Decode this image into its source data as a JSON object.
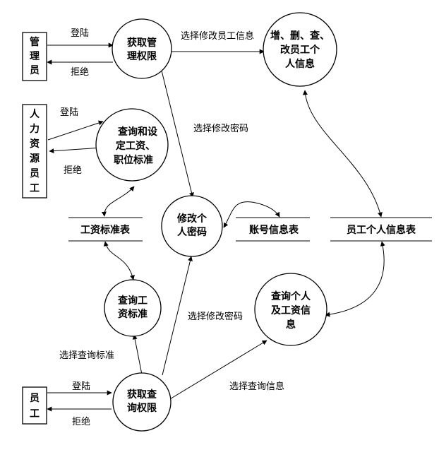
{
  "diagram": {
    "entities": {
      "admin": [
        "管",
        "理",
        "员"
      ],
      "hr": [
        "人",
        "力",
        "资",
        "源",
        "员",
        "工"
      ],
      "employee": [
        "员",
        "工"
      ]
    },
    "processes": {
      "admin_auth": [
        "获取管",
        "理权限"
      ],
      "hr_salary": [
        "查询和设",
        "定工资、",
        "职位标准"
      ],
      "crud_employee": [
        "增、删、查、",
        "改员工个",
        "人信息"
      ],
      "change_password": [
        "修改个",
        "人密码"
      ],
      "query_salary_std": [
        "查询工",
        "资标准"
      ],
      "query_personal": [
        "查询个人",
        "及工资信",
        "息"
      ],
      "employee_auth": [
        "获取查",
        "询权限"
      ]
    },
    "stores": {
      "salary_std_table": "工资标准表",
      "account_table": "账号信息表",
      "employee_info_table": "员工个人信息表"
    },
    "flows": {
      "admin_login": "登陆",
      "admin_reject": "拒绝",
      "hr_login": "登陆",
      "hr_reject": "拒绝",
      "select_modify_employee": "选择修改员工信息",
      "select_change_password_top": "选择修改密码",
      "select_change_password_bottom": "选择修改密码",
      "select_query_std": "选择查询标准",
      "select_query_info": "选择查询信息",
      "emp_login": "登陆",
      "emp_reject": "拒绝"
    }
  }
}
